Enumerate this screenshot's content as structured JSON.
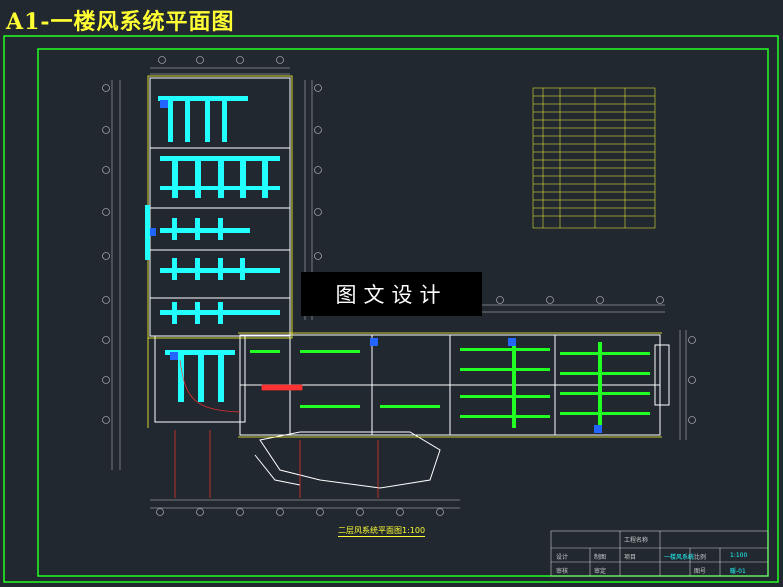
{
  "sheet": {
    "title": "A1-一楼风系统平面图",
    "watermark": "图文设计",
    "drawing_title": "二层风系统平面图1:100"
  },
  "title_block": {
    "project": "工程名称",
    "drawing_name": "一楼风系统",
    "item": "项目",
    "design": "设计",
    "check": "审核",
    "approve": "审定",
    "drawn": "制图",
    "scale_label": "比例",
    "scale": "1:100",
    "drawing_no_label": "图号",
    "drawing_no": "暖-01"
  },
  "colors": {
    "background": "#212830",
    "frame": "#22ff22",
    "title": "#ffff33",
    "duct": "#22ffff",
    "wall": "#ffffff",
    "annotation": "#ff3333",
    "legend": "#ffff33"
  }
}
